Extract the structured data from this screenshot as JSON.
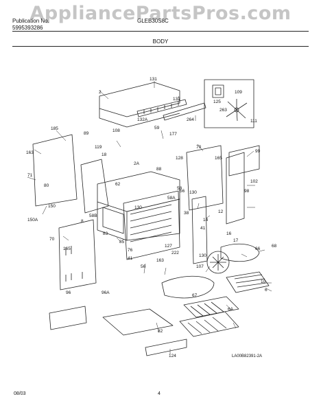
{
  "watermark": "AppliancePartsPros.com",
  "header": {
    "publication_label": "Publication No.",
    "publication_number": "5995393286",
    "model": "GLEB30S8C"
  },
  "section_title": "BODY",
  "reference_code": "LA00B82391-2A",
  "footer": {
    "date": "08/03",
    "page": "4"
  },
  "part_numbers": [
    "131",
    "2",
    "132",
    "109",
    "125",
    "263",
    "111",
    "185",
    "108",
    "132A",
    "59",
    "264",
    "177",
    "89",
    "163",
    "119",
    "18",
    "2A",
    "70",
    "99",
    "88",
    "128",
    "165",
    "102",
    "71",
    "80",
    "62",
    "58",
    "56",
    "58A",
    "98",
    "150",
    "130",
    "12",
    "38",
    "14",
    "16",
    "17",
    "150A",
    "58B",
    "8",
    "41",
    "83",
    "66",
    "68",
    "70",
    "165",
    "85",
    "76",
    "127",
    "222",
    "163",
    "56",
    "130",
    "107",
    "41",
    "67",
    "96",
    "96A",
    "10",
    "6",
    "6A",
    "82",
    "124"
  ]
}
